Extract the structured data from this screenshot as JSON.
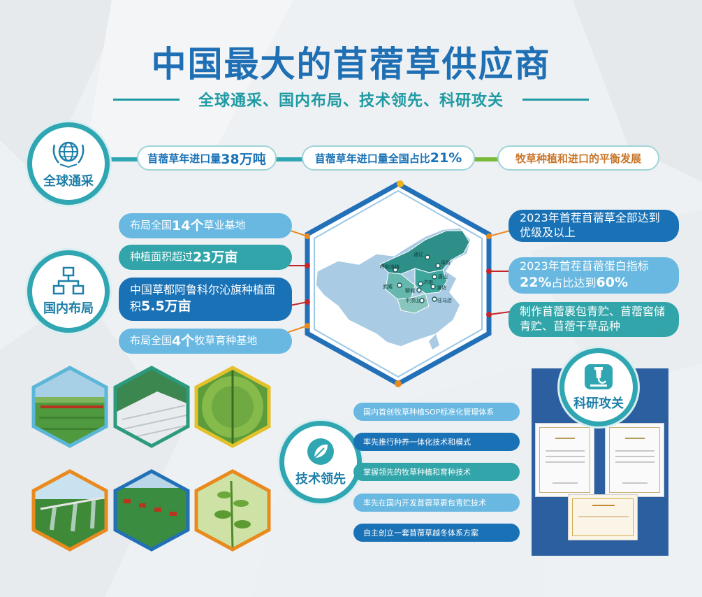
{
  "title": "中国最大的苜蓿草供应商",
  "subtitle": "全球通采、国内布局、技术领先、科研攻关",
  "sections": {
    "global": {
      "label": "全球通采",
      "icon": "globe-laurel-icon",
      "pills": [
        {
          "prefix": "苜蓿草年进口量",
          "value": "38万吨",
          "color": "#1a72b6"
        },
        {
          "prefix": "苜蓿草年进口量全国占比",
          "value": "21%",
          "color": "#1a72b6"
        },
        {
          "text": "牧草种植和进口的平衡发展",
          "color": "#c9762c"
        }
      ]
    },
    "domestic": {
      "label": "国内布局",
      "icon": "org-chart-icon",
      "items": [
        {
          "prefix": "布局全国",
          "value": "14个",
          "suffix": "草业基地"
        },
        {
          "prefix": "种植面积超过",
          "value": "23万亩",
          "suffix": ""
        },
        {
          "prefix": "中国草都阿鲁科尔沁旗种植面积",
          "value": "5.5万亩",
          "suffix": ""
        },
        {
          "prefix": "布局全国",
          "value": "4个",
          "suffix": "牧草育种基地"
        }
      ]
    },
    "quality": {
      "items": [
        {
          "prefix": "2023年首茬苜蓿草全部达到优级及以上",
          "value": "",
          "suffix": ""
        },
        {
          "prefix": "2023年首茬苜蓿蛋白指标",
          "value": "22%",
          "mid": "占比达到",
          "value2": "60%"
        },
        {
          "text": "制作苜蓿裹包青贮、苜蓿窖储青贮、苜蓿干草品种"
        }
      ]
    },
    "tech": {
      "label": "技术领先",
      "icon": "leaf-icon",
      "items": [
        "国内首创牧草种植SOP标准化管理体系",
        "率先推行种养一体化技术和模式",
        "掌握领先的牧草种植和育种技术",
        "率先在国内开发苜蓿草裹包青贮技术",
        "自主创立一套苜蓿草越冬体系方案"
      ]
    },
    "research": {
      "label": "科研攻关",
      "icon": "microscope-icon"
    }
  },
  "map": {
    "cities": [
      "通辽",
      "阜新",
      "唐山",
      "呼和浩特",
      "武威",
      "济南",
      "聊城",
      "潍坊",
      "平顶山",
      "驻马店"
    ]
  },
  "photos": [
    "harvest-field-photo",
    "bale-storage-photo",
    "center-pivot-photo",
    "irrigation-photo",
    "harvesters-photo",
    "alfalfa-plant-photo"
  ],
  "colors": {
    "title": "#1f6fb4",
    "teal": "#2fa6b2",
    "light_blue": "#68b8e2",
    "dark_blue": "#1a72b6",
    "orange": "#e98a1f",
    "red": "#c3272b",
    "green": "#79b93a"
  }
}
